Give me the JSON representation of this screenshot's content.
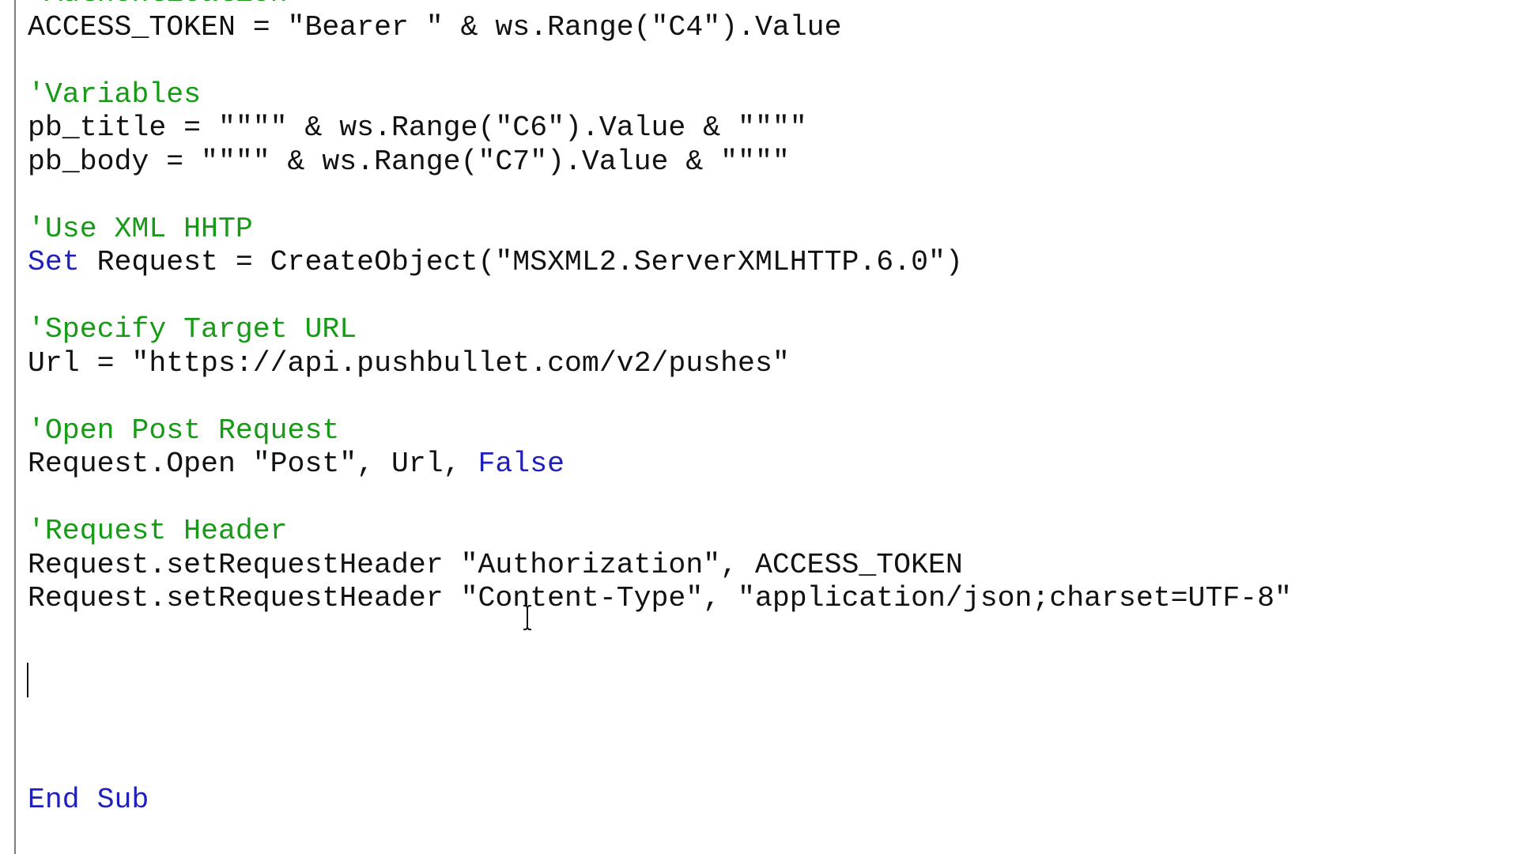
{
  "editor": {
    "lines": [
      {
        "kind": "comment",
        "text": "'Authentication"
      },
      {
        "kind": "code",
        "text": "ACCESS_TOKEN = \"Bearer \" & ws.Range(\"C4\").Value"
      },
      {
        "kind": "blank",
        "text": ""
      },
      {
        "kind": "comment",
        "text": "'Variables"
      },
      {
        "kind": "code",
        "text": "pb_title = \"\"\"\" & ws.Range(\"C6\").Value & \"\"\"\""
      },
      {
        "kind": "code",
        "text": "pb_body = \"\"\"\" & ws.Range(\"C7\").Value & \"\"\"\""
      },
      {
        "kind": "blank",
        "text": ""
      },
      {
        "kind": "comment",
        "text": "'Use XML HHTP"
      },
      {
        "kind": "code",
        "keyword": "Set",
        "text": " Request = CreateObject(\"MSXML2.ServerXMLHTTP.6.0\")"
      },
      {
        "kind": "blank",
        "text": ""
      },
      {
        "kind": "comment",
        "text": "'Specify Target URL"
      },
      {
        "kind": "code",
        "text": "Url = \"https://api.pushbullet.com/v2/pushes\""
      },
      {
        "kind": "blank",
        "text": ""
      },
      {
        "kind": "comment",
        "text": "'Open Post Request"
      },
      {
        "kind": "code",
        "text": "Request.Open \"Post\", Url, ",
        "keyword_suffix": "False"
      },
      {
        "kind": "blank",
        "text": ""
      },
      {
        "kind": "comment",
        "text": "'Request Header"
      },
      {
        "kind": "code",
        "text": "Request.setRequestHeader \"Authorization\", ACCESS_TOKEN"
      },
      {
        "kind": "code",
        "text": "Request.setRequestHeader \"Content-Type\", \"application/json;charset=UTF-8\""
      },
      {
        "kind": "blank",
        "text": ""
      },
      {
        "kind": "blank",
        "text": ""
      },
      {
        "kind": "blank",
        "text": ""
      },
      {
        "kind": "blank",
        "text": ""
      },
      {
        "kind": "blank",
        "text": ""
      },
      {
        "kind": "keyword",
        "text": "End Sub"
      }
    ]
  },
  "colors": {
    "comment": "#179b17",
    "keyword": "#1f1fbb",
    "text": "#111111",
    "background": "#ffffff",
    "gutter_border": "#7d7d7d"
  },
  "cursor_icons": [
    "text-caret-icon",
    "ibeam-cursor-icon"
  ]
}
